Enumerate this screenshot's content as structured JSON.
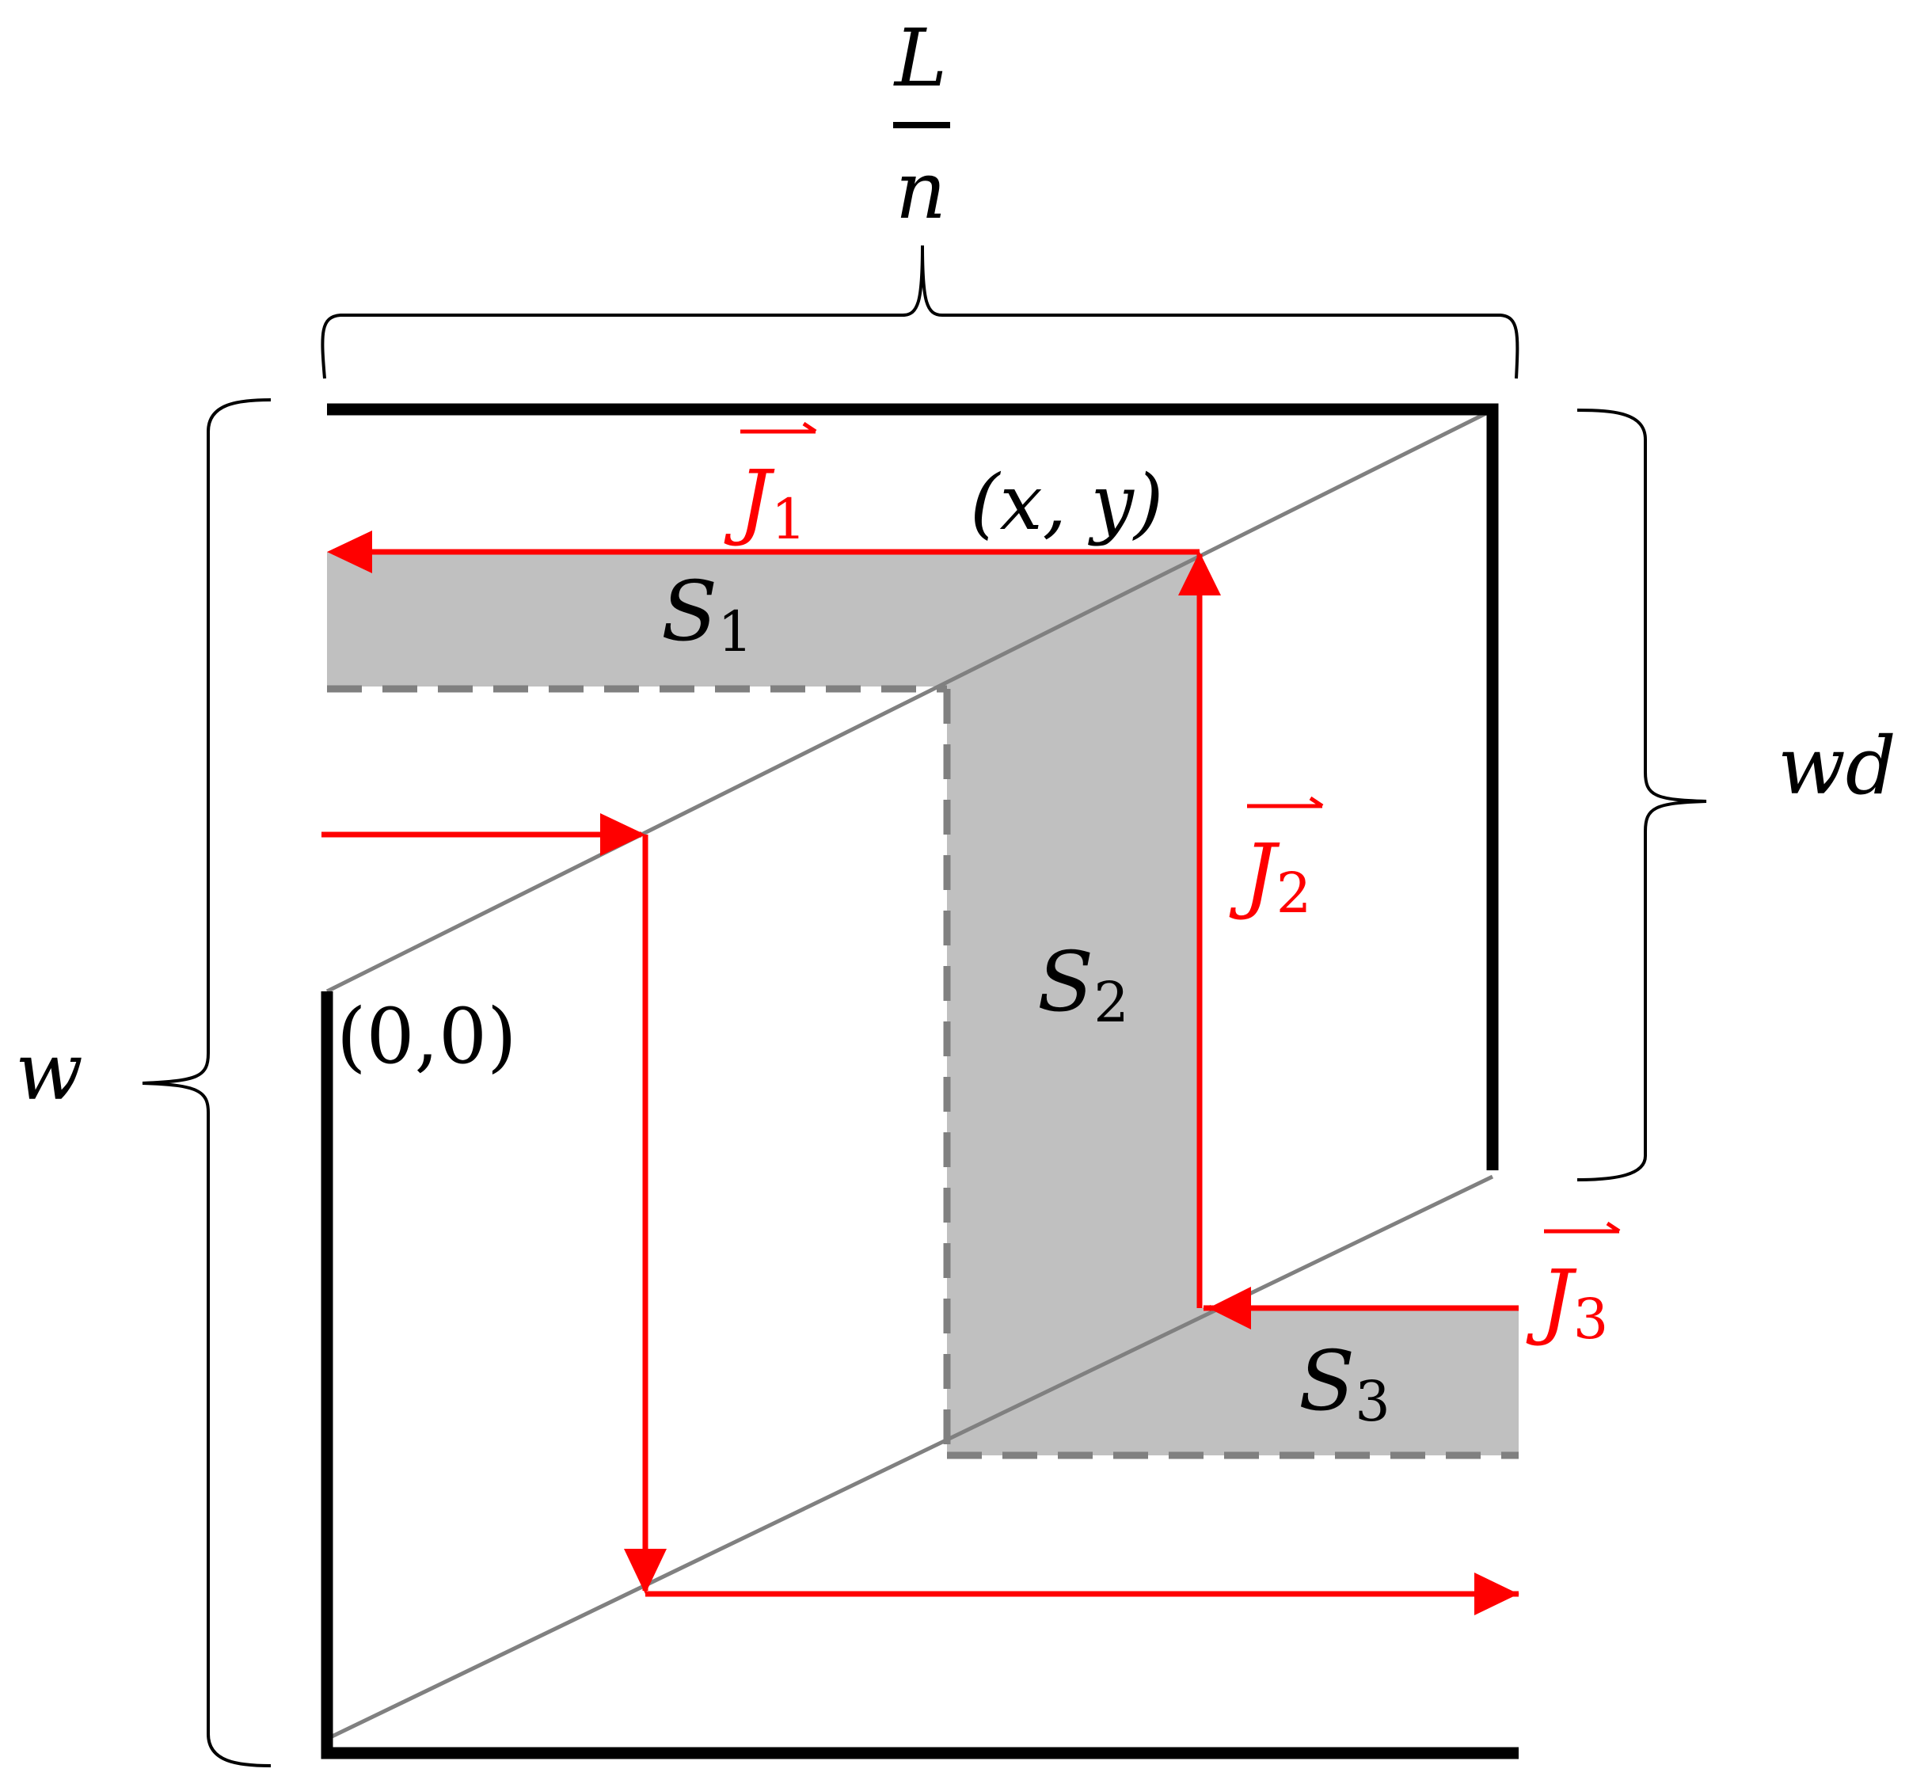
{
  "labels": {
    "top_brace": {
      "numerator": "L",
      "denominator": "n"
    },
    "left_brace": "w",
    "right_brace": "wd",
    "origin": "(0,0)",
    "point": "(x, y)",
    "j1": {
      "letter": "J",
      "sub": "1"
    },
    "j2": {
      "letter": "J",
      "sub": "2"
    },
    "j3": {
      "letter": "J",
      "sub": "3"
    },
    "s1": {
      "letter": "S",
      "sub": "1"
    },
    "s2": {
      "letter": "S",
      "sub": "2"
    },
    "s3": {
      "letter": "S",
      "sub": "3"
    }
  },
  "colors": {
    "wall": "#000000",
    "diagonal": "#808080",
    "region_fill": "#c0c0c0",
    "dashed": "#808080",
    "current": "#ff0000",
    "text": "#000000"
  }
}
